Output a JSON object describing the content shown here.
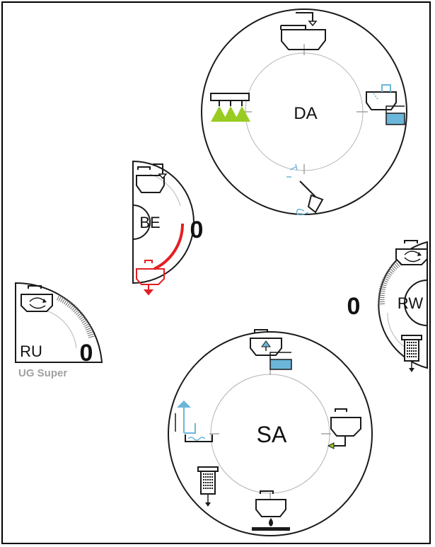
{
  "widgets": {
    "da": {
      "label": "DA"
    },
    "be": {
      "label": "BE",
      "value": "0"
    },
    "ru": {
      "label": "RU",
      "value": "0",
      "sublabel": "UG Super"
    },
    "rw": {
      "label": "RW",
      "value": "0"
    },
    "sa": {
      "label": "SA"
    }
  },
  "colors": {
    "outline": "#1a1a1a",
    "gray_track": "#b5b5b5",
    "spray_green": "#99cc22",
    "water_blue": "#6bb6d9",
    "alert_red": "#e31e24",
    "sublabel_gray": "#a0a0a0"
  },
  "icons": {
    "da": [
      "tank-fill-icon",
      "boom-sprayer-icon",
      "tank-rinse-icon",
      "spray-gun-icon"
    ],
    "be": [
      "tank-fill-icon",
      "tank-drain-icon"
    ],
    "ru": [
      "tank-circulation-icon"
    ],
    "rw": [
      "tank-circulation-icon",
      "filter-icon"
    ],
    "sa": [
      "tank-transfer-icon",
      "water-fill-icon",
      "tank-outlet-icon",
      "filter-icon",
      "tank-drop-icon"
    ]
  }
}
